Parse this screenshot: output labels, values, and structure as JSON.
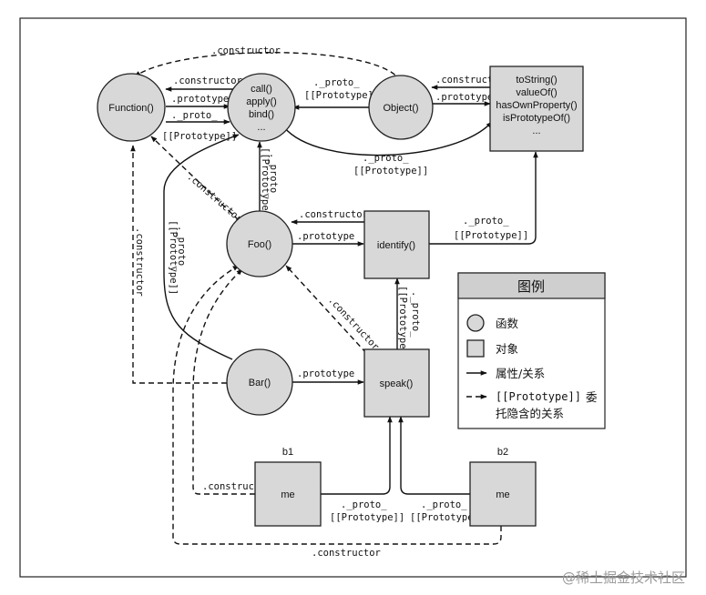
{
  "nodes": {
    "function": "Function()",
    "call_lines": [
      "call()",
      "apply()",
      "bind()",
      "..."
    ],
    "object": "Object()",
    "objproto_lines": [
      "toString()",
      "valueOf()",
      "hasOwnProperty()",
      "isPrototypeOf()",
      "..."
    ],
    "foo": "Foo()",
    "identify": "identify()",
    "bar": "Bar()",
    "speak": "speak()",
    "b1_caption": "b1",
    "b1_box": "me",
    "b2_caption": "b2",
    "b2_box": "me"
  },
  "edge_labels": {
    "constructor": ".constructor",
    "prototype": ".prototype",
    "proto": "._proto_",
    "proto_bracket": "[[Prototype]]"
  },
  "legend": {
    "title": "图例",
    "function": "函数",
    "object": "对象",
    "property": "属性/关系",
    "delegation_mono": "[[Prototype]]",
    "delegation_1": "委",
    "delegation_2": "托隐含的关系"
  },
  "watermark": "@稀土掘金技术社区"
}
